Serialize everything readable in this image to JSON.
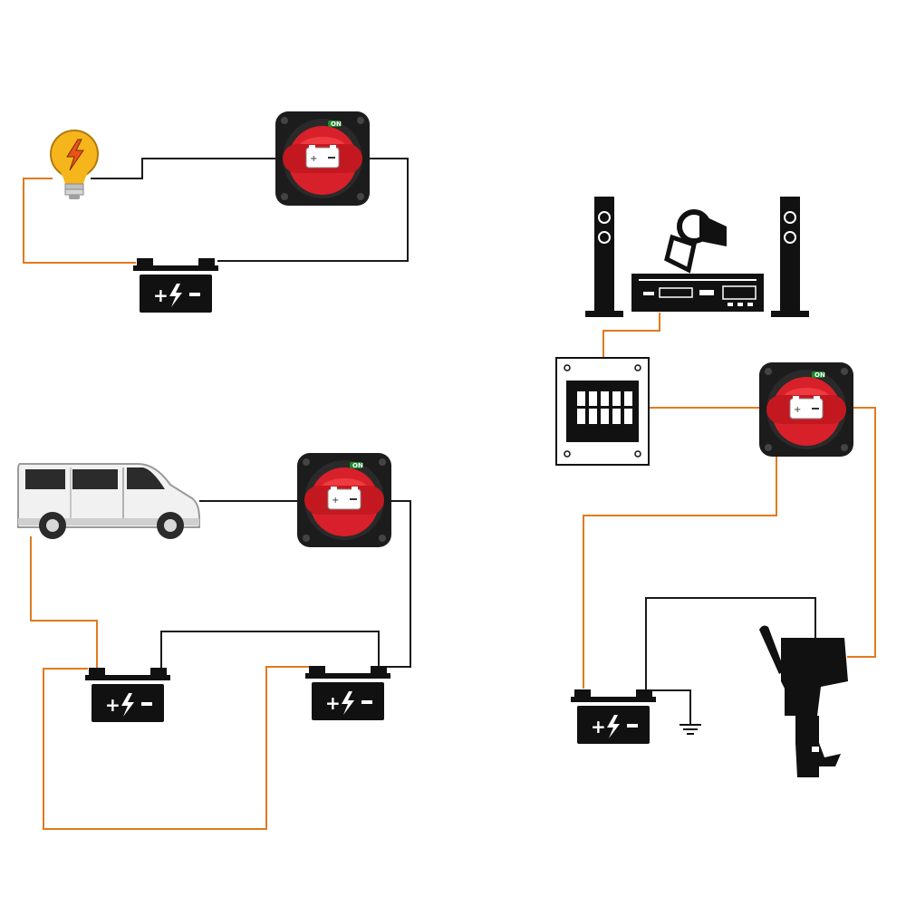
{
  "diagrams": [
    {
      "id": "bulb-circuit",
      "components": [
        "lightbulb-icon",
        "battery-switch",
        "battery"
      ]
    },
    {
      "id": "van-circuit",
      "components": [
        "van-icon",
        "battery-switch",
        "battery",
        "battery"
      ]
    },
    {
      "id": "audio-boat-circuit",
      "components": [
        "speaker-icon",
        "stereo-receiver-icon",
        "projector-icon",
        "speaker-icon",
        "fuse-box",
        "battery-switch",
        "battery",
        "ground-icon",
        "outboard-motor-icon"
      ]
    }
  ],
  "switch_label": "ON",
  "colors": {
    "wire_black": "#1a1a1a",
    "wire_orange": "#e07a1f",
    "switch_red": "#d8202a",
    "bulb_yellow": "#f6b61b"
  }
}
